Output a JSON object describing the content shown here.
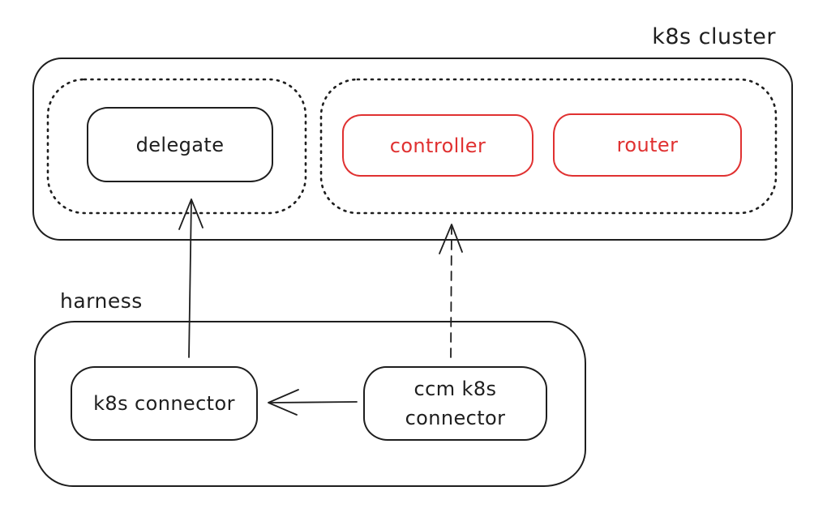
{
  "colors": {
    "background": "#ffffff",
    "ink": "#1e1e1e",
    "red": "#e03131"
  },
  "cluster": {
    "label": "k8s cluster",
    "groups": {
      "delegate_group": {
        "border": "dotted",
        "nodes": {
          "delegate": {
            "label": "delegate",
            "color": "#1e1e1e"
          }
        }
      },
      "ccm_group": {
        "border": "dotted",
        "nodes": {
          "controller": {
            "label": "controller",
            "color": "#e03131"
          },
          "router": {
            "label": "router",
            "color": "#e03131"
          }
        }
      }
    }
  },
  "harness": {
    "label": "harness",
    "nodes": {
      "k8s_connector": {
        "label": "k8s connector",
        "color": "#1e1e1e"
      },
      "ccm_k8s_connector": {
        "lines": [
          "ccm k8s",
          "connector"
        ],
        "color": "#1e1e1e"
      }
    }
  },
  "edges": [
    {
      "from": "harness",
      "to": "delegate",
      "style": "solid",
      "arrowhead": "open"
    },
    {
      "from": "ccm_k8s_connector",
      "to": "ccm_group",
      "style": "dashed",
      "arrowhead": "open"
    },
    {
      "from": "ccm_k8s_connector",
      "to": "k8s_connector",
      "style": "solid",
      "arrowhead": "open"
    }
  ]
}
